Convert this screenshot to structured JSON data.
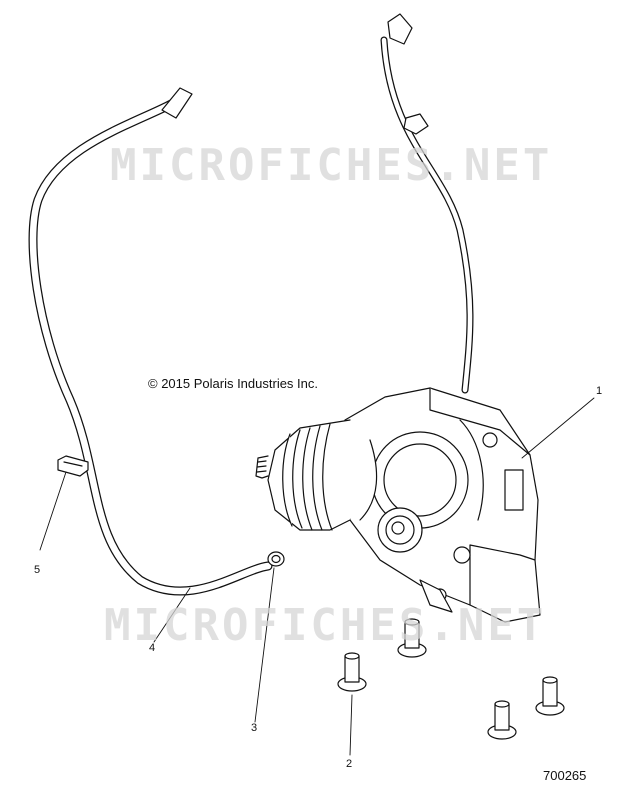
{
  "copyright": "© 2015 Polaris Industries Inc.",
  "figure_id": "700265",
  "watermark": "MICROFICHES.NET",
  "callouts": [
    "1",
    "2",
    "3",
    "4",
    "5"
  ]
}
